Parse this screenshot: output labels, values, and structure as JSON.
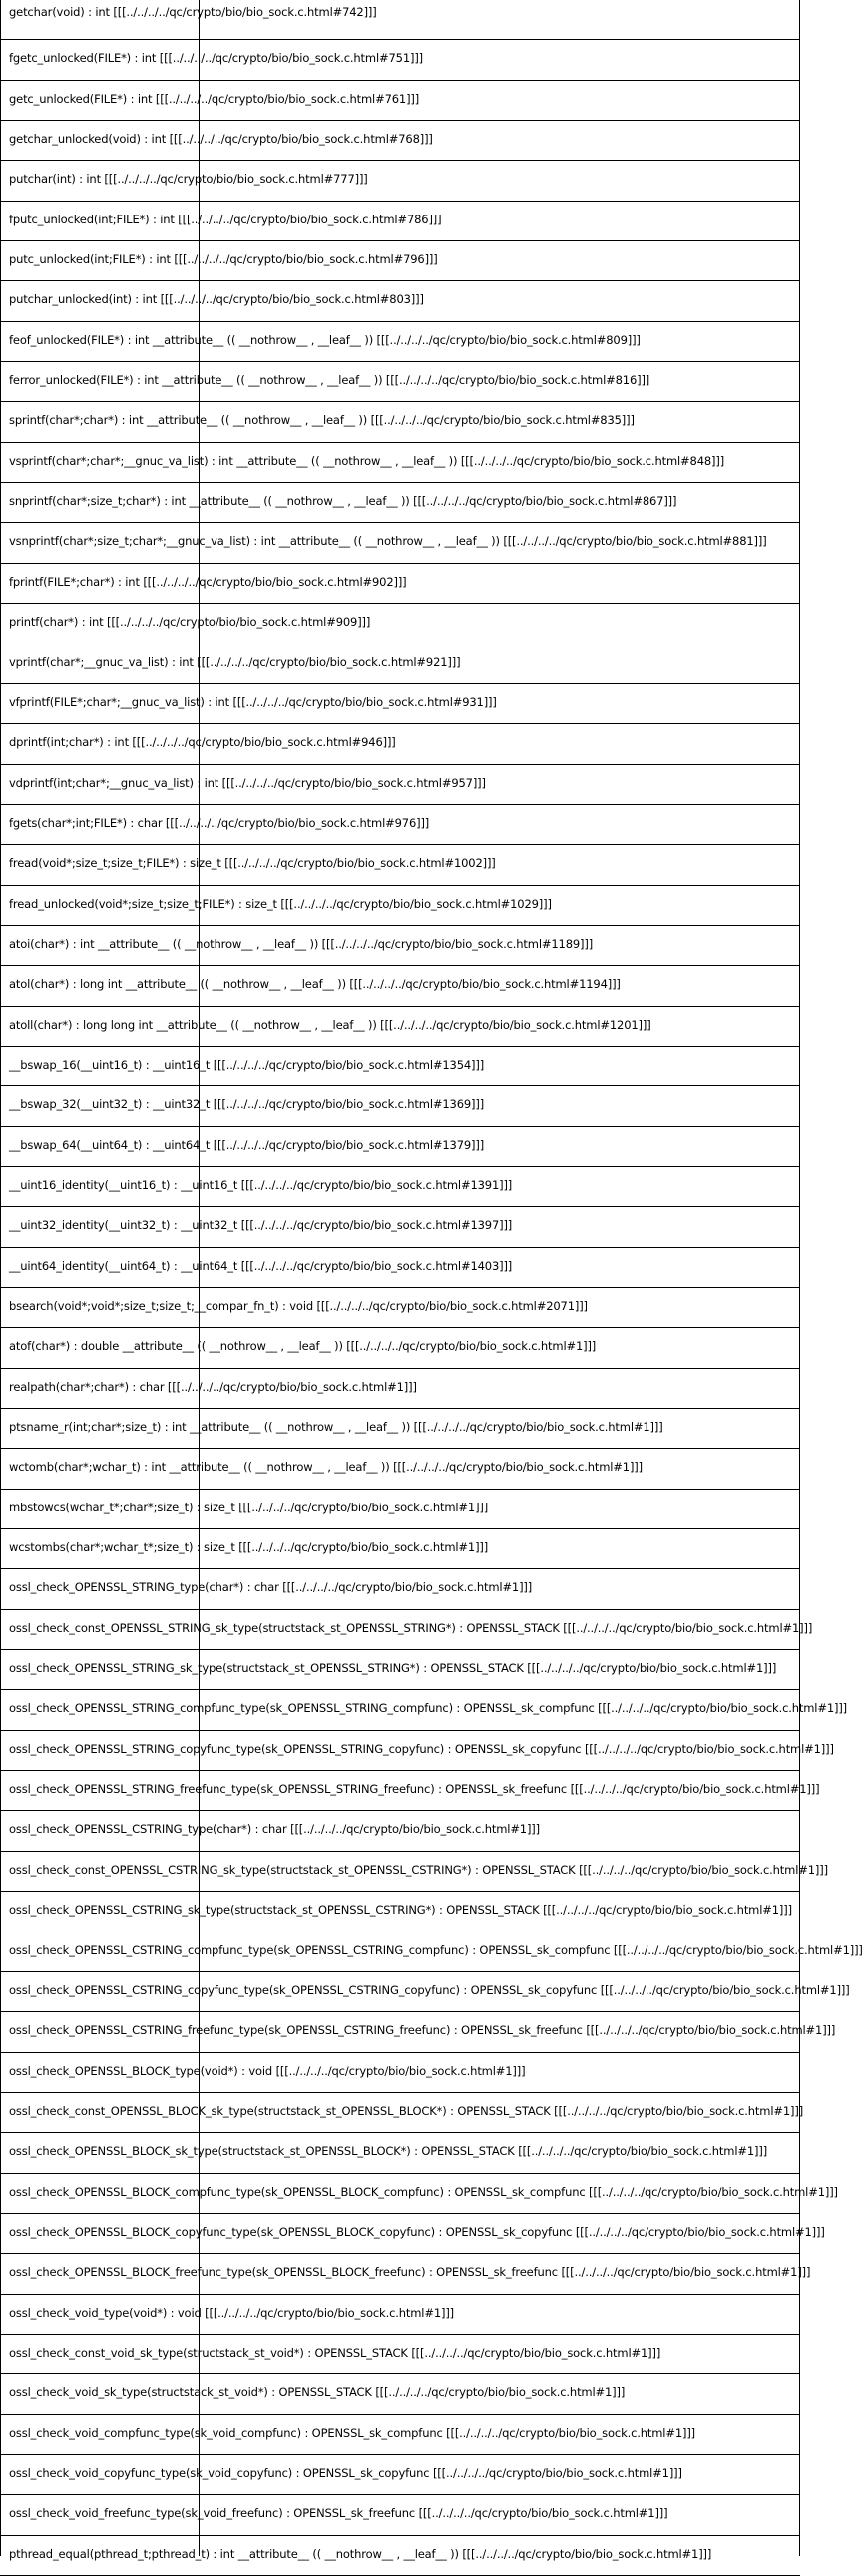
{
  "entries": [
    "getchar(void) :  int  [[[../../../../qc/crypto/bio/bio_sock.c.html#742]]]",
    "fgetc_unlocked(FILE*) :  int  [[[../../../../qc/crypto/bio/bio_sock.c.html#751]]]",
    "getc_unlocked(FILE*) :  int  [[[../../../../qc/crypto/bio/bio_sock.c.html#761]]]",
    "getchar_unlocked(void) :  int  [[[../../../../qc/crypto/bio/bio_sock.c.html#768]]]",
    "putchar(int) :  int  [[[../../../../qc/crypto/bio/bio_sock.c.html#777]]]",
    "fputc_unlocked(int;FILE*) :  int  [[[../../../../qc/crypto/bio/bio_sock.c.html#786]]]",
    "putc_unlocked(int;FILE*) :  int  [[[../../../../qc/crypto/bio/bio_sock.c.html#796]]]",
    "putchar_unlocked(int) :  int  [[[../../../../qc/crypto/bio/bio_sock.c.html#803]]]",
    "feof_unlocked(FILE*) :  int  __attribute__ ((  __nothrow__ , __leaf__ )) [[[../../../../qc/crypto/bio/bio_sock.c.html#809]]]",
    "ferror_unlocked(FILE*) :  int  __attribute__ ((  __nothrow__ , __leaf__ )) [[[../../../../qc/crypto/bio/bio_sock.c.html#816]]]",
    "sprintf(char*;char*) :  int  __attribute__ ((  __nothrow__ , __leaf__ )) [[[../../../../qc/crypto/bio/bio_sock.c.html#835]]]",
    "vsprintf(char*;char*;__gnuc_va_list) :  int  __attribute__ ((  __nothrow__ , __leaf__ )) [[[../../../../qc/crypto/bio/bio_sock.c.html#848]]]",
    "snprintf(char*;size_t;char*) :  int  __attribute__ ((  __nothrow__ , __leaf__ )) [[[../../../../qc/crypto/bio/bio_sock.c.html#867]]]",
    "vsnprintf(char*;size_t;char*;__gnuc_va_list) :  int  __attribute__ ((  __nothrow__ , __leaf__ )) [[[../../../../qc/crypto/bio/bio_sock.c.html#881]]]",
    "fprintf(FILE*;char*) :  int  [[[../../../../qc/crypto/bio/bio_sock.c.html#902]]]",
    "printf(char*) :  int  [[[../../../../qc/crypto/bio/bio_sock.c.html#909]]]",
    "vprintf(char*;__gnuc_va_list) :  int  [[[../../../../qc/crypto/bio/bio_sock.c.html#921]]]",
    "vfprintf(FILE*;char*;__gnuc_va_list) :  int  [[[../../../../qc/crypto/bio/bio_sock.c.html#931]]]",
    "dprintf(int;char*) :  int  [[[../../../../qc/crypto/bio/bio_sock.c.html#946]]]",
    "vdprintf(int;char*;__gnuc_va_list) :  int  [[[../../../../qc/crypto/bio/bio_sock.c.html#957]]]",
    "fgets(char*;int;FILE*) :  char  [[[../../../../qc/crypto/bio/bio_sock.c.html#976]]]",
    "fread(void*;size_t;size_t;FILE*) :  size_t  [[[../../../../qc/crypto/bio/bio_sock.c.html#1002]]]",
    "fread_unlocked(void*;size_t;size_t;FILE*) :  size_t  [[[../../../../qc/crypto/bio/bio_sock.c.html#1029]]]",
    "atoi(char*) :  int  __attribute__ ((  __nothrow__ , __leaf__ )) [[[../../../../qc/crypto/bio/bio_sock.c.html#1189]]]",
    "atol(char*) :  long  int  __attribute__ ((  __nothrow__ , __leaf__ )) [[[../../../../qc/crypto/bio/bio_sock.c.html#1194]]]",
    "atoll(char*) :  long  long  int  __attribute__ ((  __nothrow__ , __leaf__ )) [[[../../../../qc/crypto/bio/bio_sock.c.html#1201]]]",
    "__bswap_16(__uint16_t) :  __uint16_t  [[[../../../../qc/crypto/bio/bio_sock.c.html#1354]]]",
    "__bswap_32(__uint32_t) :  __uint32_t  [[[../../../../qc/crypto/bio/bio_sock.c.html#1369]]]",
    "__bswap_64(__uint64_t) :  __uint64_t  [[[../../../../qc/crypto/bio/bio_sock.c.html#1379]]]",
    "__uint16_identity(__uint16_t) :  __uint16_t  [[[../../../../qc/crypto/bio/bio_sock.c.html#1391]]]",
    "__uint32_identity(__uint32_t) :  __uint32_t  [[[../../../../qc/crypto/bio/bio_sock.c.html#1397]]]",
    "__uint64_identity(__uint64_t) :  __uint64_t  [[[../../../../qc/crypto/bio/bio_sock.c.html#1403]]]",
    "bsearch(void*;void*;size_t;size_t;__compar_fn_t) :  void  [[[../../../../qc/crypto/bio/bio_sock.c.html#2071]]]",
    "atof(char*) :  double  __attribute__ ((  __nothrow__ , __leaf__ )) [[[../../../../qc/crypto/bio/bio_sock.c.html#1]]]",
    "realpath(char*;char*) :  char  [[[../../../../qc/crypto/bio/bio_sock.c.html#1]]]",
    "ptsname_r(int;char*;size_t) :  int  __attribute__ ((  __nothrow__ , __leaf__ )) [[[../../../../qc/crypto/bio/bio_sock.c.html#1]]]",
    "wctomb(char*;wchar_t) :  int  __attribute__ ((  __nothrow__ , __leaf__ )) [[[../../../../qc/crypto/bio/bio_sock.c.html#1]]]",
    "mbstowcs(wchar_t*;char*;size_t) :  size_t  [[[../../../../qc/crypto/bio/bio_sock.c.html#1]]]",
    "wcstombs(char*;wchar_t*;size_t) :  size_t  [[[../../../../qc/crypto/bio/bio_sock.c.html#1]]]",
    "ossl_check_OPENSSL_STRING_type(char*) :  char  [[[../../../../qc/crypto/bio/bio_sock.c.html#1]]]",
    "ossl_check_const_OPENSSL_STRING_sk_type(structstack_st_OPENSSL_STRING*) :  OPENSSL_STACK  [[[../../../../qc/crypto/bio/bio_sock.c.html#1]]]",
    "ossl_check_OPENSSL_STRING_sk_type(structstack_st_OPENSSL_STRING*) :  OPENSSL_STACK  [[[../../../../qc/crypto/bio/bio_sock.c.html#1]]]",
    "ossl_check_OPENSSL_STRING_compfunc_type(sk_OPENSSL_STRING_compfunc) :  OPENSSL_sk_compfunc  [[[../../../../qc/crypto/bio/bio_sock.c.html#1]]]",
    "ossl_check_OPENSSL_STRING_copyfunc_type(sk_OPENSSL_STRING_copyfunc) :  OPENSSL_sk_copyfunc  [[[../../../../qc/crypto/bio/bio_sock.c.html#1]]]",
    "ossl_check_OPENSSL_STRING_freefunc_type(sk_OPENSSL_STRING_freefunc) :  OPENSSL_sk_freefunc  [[[../../../../qc/crypto/bio/bio_sock.c.html#1]]]",
    "ossl_check_OPENSSL_CSTRING_type(char*) :  char  [[[../../../../qc/crypto/bio/bio_sock.c.html#1]]]",
    "ossl_check_const_OPENSSL_CSTRING_sk_type(structstack_st_OPENSSL_CSTRING*) :  OPENSSL_STACK  [[[../../../../qc/crypto/bio/bio_sock.c.html#1]]]",
    "ossl_check_OPENSSL_CSTRING_sk_type(structstack_st_OPENSSL_CSTRING*) :  OPENSSL_STACK  [[[../../../../qc/crypto/bio/bio_sock.c.html#1]]]",
    "ossl_check_OPENSSL_CSTRING_compfunc_type(sk_OPENSSL_CSTRING_compfunc) :  OPENSSL_sk_compfunc  [[[../../../../qc/crypto/bio/bio_sock.c.html#1]]]",
    "ossl_check_OPENSSL_CSTRING_copyfunc_type(sk_OPENSSL_CSTRING_copyfunc) :  OPENSSL_sk_copyfunc  [[[../../../../qc/crypto/bio/bio_sock.c.html#1]]]",
    "ossl_check_OPENSSL_CSTRING_freefunc_type(sk_OPENSSL_CSTRING_freefunc) :  OPENSSL_sk_freefunc  [[[../../../../qc/crypto/bio/bio_sock.c.html#1]]]",
    "ossl_check_OPENSSL_BLOCK_type(void*) :  void  [[[../../../../qc/crypto/bio/bio_sock.c.html#1]]]",
    "ossl_check_const_OPENSSL_BLOCK_sk_type(structstack_st_OPENSSL_BLOCK*) :  OPENSSL_STACK  [[[../../../../qc/crypto/bio/bio_sock.c.html#1]]]",
    "ossl_check_OPENSSL_BLOCK_sk_type(structstack_st_OPENSSL_BLOCK*) :  OPENSSL_STACK  [[[../../../../qc/crypto/bio/bio_sock.c.html#1]]]",
    "ossl_check_OPENSSL_BLOCK_compfunc_type(sk_OPENSSL_BLOCK_compfunc) :  OPENSSL_sk_compfunc  [[[../../../../qc/crypto/bio/bio_sock.c.html#1]]]",
    "ossl_check_OPENSSL_BLOCK_copyfunc_type(sk_OPENSSL_BLOCK_copyfunc) :  OPENSSL_sk_copyfunc  [[[../../../../qc/crypto/bio/bio_sock.c.html#1]]]",
    "ossl_check_OPENSSL_BLOCK_freefunc_type(sk_OPENSSL_BLOCK_freefunc) :  OPENSSL_sk_freefunc  [[[../../../../qc/crypto/bio/bio_sock.c.html#1]]]",
    "ossl_check_void_type(void*) :  void  [[[../../../../qc/crypto/bio/bio_sock.c.html#1]]]",
    "ossl_check_const_void_sk_type(structstack_st_void*) :  OPENSSL_STACK  [[[../../../../qc/crypto/bio/bio_sock.c.html#1]]]",
    "ossl_check_void_sk_type(structstack_st_void*) :  OPENSSL_STACK  [[[../../../../qc/crypto/bio/bio_sock.c.html#1]]]",
    "ossl_check_void_compfunc_type(sk_void_compfunc) :  OPENSSL_sk_compfunc  [[[../../../../qc/crypto/bio/bio_sock.c.html#1]]]",
    "ossl_check_void_copyfunc_type(sk_void_copyfunc) :  OPENSSL_sk_copyfunc  [[[../../../../qc/crypto/bio/bio_sock.c.html#1]]]",
    "ossl_check_void_freefunc_type(sk_void_freefunc) :  OPENSSL_sk_freefunc  [[[../../../../qc/crypto/bio/bio_sock.c.html#1]]]",
    "pthread_equal(pthread_t;pthread_t) :  int  __attribute__ ((  __nothrow__ , __leaf__ )) [[[../../../../qc/crypto/bio/bio_sock.c.html#1]]]"
  ]
}
